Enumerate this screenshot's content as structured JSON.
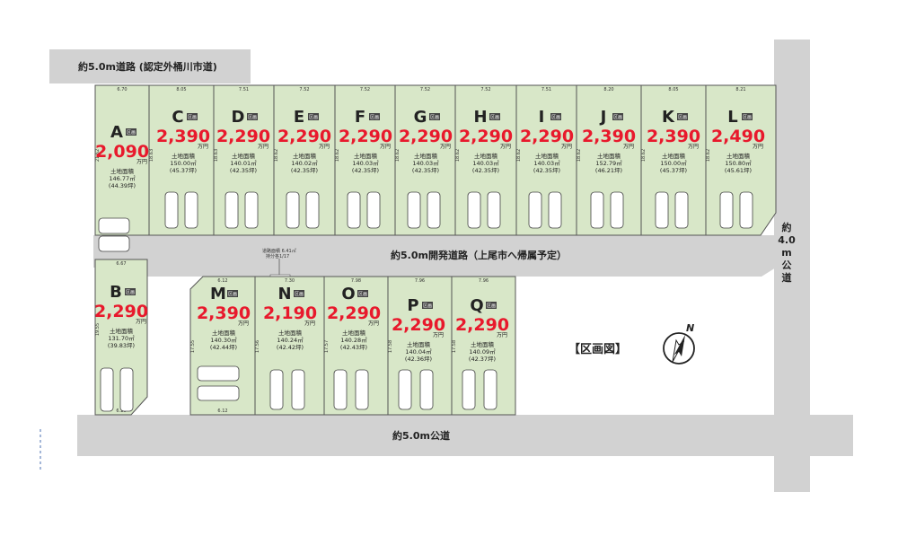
{
  "roads": {
    "top_road": "約5.0m道路 (認定外桶川市道)",
    "dev_road": "約5.0m開発道路（上尾市へ帰属予定）",
    "bottom_road": "約5.0m公道",
    "right_road_chars": [
      "約",
      "4.0",
      "m",
      "公",
      "道"
    ],
    "easement_line1": "道路面積 6.41㎡",
    "easement_line2": "持分各1/17"
  },
  "legend": "【区画図】",
  "compass": {
    "label": "N"
  },
  "area_label": "土地面積",
  "badge_text": "区画",
  "price_unit": "万円",
  "lots": [
    {
      "id": "A",
      "price": "2,090",
      "area": "146.77㎡",
      "tsubo": "(44.39坪)",
      "frontage": "6.70",
      "side_dim": "21.62",
      "bottom_dim": "6.67"
    },
    {
      "id": "C",
      "price": "2,390",
      "area": "150.00㎡",
      "tsubo": "(45.37坪)",
      "frontage": "8.05",
      "side_dim": "18.63"
    },
    {
      "id": "D",
      "price": "2,290",
      "area": "140.01㎡",
      "tsubo": "(42.35坪)",
      "frontage": "7.51",
      "side_dim": "18.63"
    },
    {
      "id": "E",
      "price": "2,290",
      "area": "140.02㎡",
      "tsubo": "(42.35坪)",
      "frontage": "7.52",
      "side_dim": "18.62"
    },
    {
      "id": "F",
      "price": "2,290",
      "area": "140.03㎡",
      "tsubo": "(42.35坪)",
      "frontage": "7.52",
      "side_dim": "18.62"
    },
    {
      "id": "G",
      "price": "2,290",
      "area": "140.03㎡",
      "tsubo": "(42.35坪)",
      "frontage": "7.52",
      "side_dim": "18.62"
    },
    {
      "id": "H",
      "price": "2,290",
      "area": "140.03㎡",
      "tsubo": "(42.35坪)",
      "frontage": "7.52",
      "side_dim": "18.62"
    },
    {
      "id": "I",
      "price": "2,290",
      "area": "140.03㎡",
      "tsubo": "(42.35坪)",
      "frontage": "7.51",
      "side_dim": "18.62"
    },
    {
      "id": "J",
      "price": "2,390",
      "area": "152.79㎡",
      "tsubo": "(46.21坪)",
      "frontage": "8.20",
      "side_dim": "18.62"
    },
    {
      "id": "K",
      "price": "2,390",
      "area": "150.00㎡",
      "tsubo": "(45.37坪)",
      "frontage": "8.05",
      "side_dim": "18.62"
    },
    {
      "id": "L",
      "price": "2,490",
      "area": "150.80㎡",
      "tsubo": "(45.61坪)",
      "frontage": "8.21",
      "side_dim": "18.62"
    },
    {
      "id": "B",
      "price": "2,290",
      "area": "131.70㎡",
      "tsubo": "(39.83坪)",
      "frontage": "6.67",
      "side_dim": "19.55",
      "bottom_dim": "6.20"
    },
    {
      "id": "M",
      "price": "2,390",
      "area": "140.30㎡",
      "tsubo": "(42.44坪)",
      "frontage": "6.12",
      "side_dim": "17.55",
      "bottom_dim": "6.12"
    },
    {
      "id": "N",
      "price": "2,190",
      "area": "140.24㎡",
      "tsubo": "(42.42坪)",
      "frontage": "7.30",
      "side_dim": "17.56"
    },
    {
      "id": "O",
      "price": "2,290",
      "area": "140.28㎡",
      "tsubo": "(42.43坪)",
      "frontage": "7.98",
      "side_dim": "17.57"
    },
    {
      "id": "P",
      "price": "2,290",
      "area": "140.04㎡",
      "tsubo": "(42.36坪)",
      "frontage": "7.96",
      "side_dim": "17.58"
    },
    {
      "id": "Q",
      "price": "2,290",
      "area": "140.09㎡",
      "tsubo": "(42.37坪)",
      "frontage": "7.96",
      "side_dim": "17.58"
    }
  ],
  "colors": {
    "lot_fill": "#d8e7c8",
    "price": "#e8192c",
    "road": "#d2d2d2"
  }
}
